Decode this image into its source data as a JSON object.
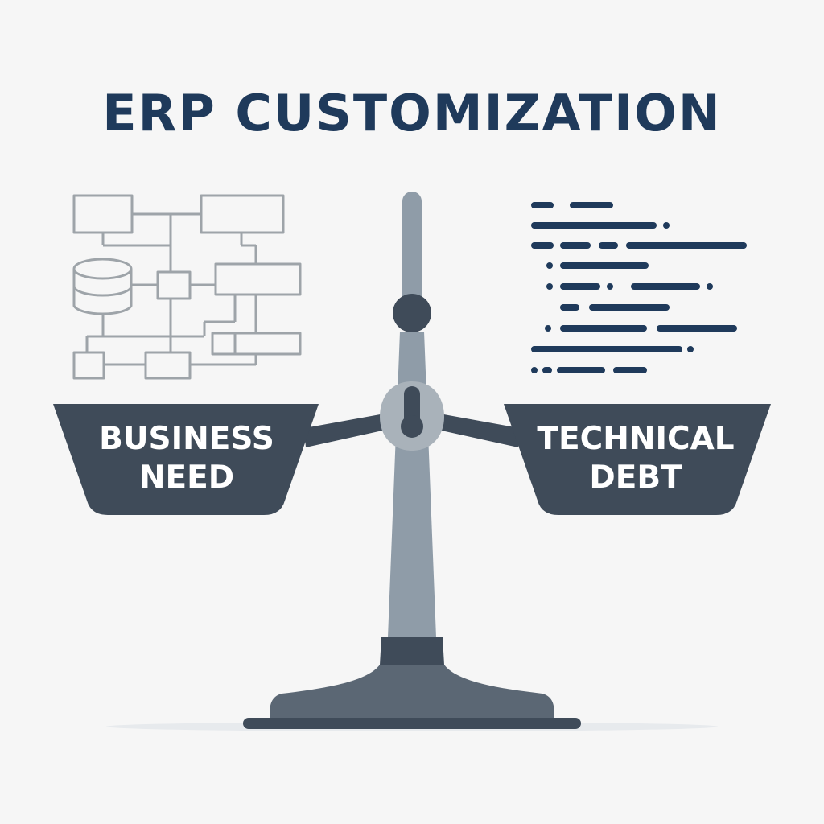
{
  "title": "ERP CUSTOMIZATION",
  "left_pan": {
    "line1": "BUSINESS",
    "line2": "NEED"
  },
  "right_pan": {
    "line1": "TECHNICAL",
    "line2": "DEBT"
  },
  "colors": {
    "title": "#1f3a5b",
    "dark_slate": "#3f4b59",
    "mid_gray": "#8f9ca8",
    "light_gray": "#a9b2ba",
    "diagram_stroke": "#9ea4a9",
    "code_blue": "#1f3a5b",
    "background": "#f6f6f6"
  },
  "icons": {
    "left": "flowchart-diagram-icon",
    "left_db": "database-icon",
    "right": "code-lines-icon"
  }
}
